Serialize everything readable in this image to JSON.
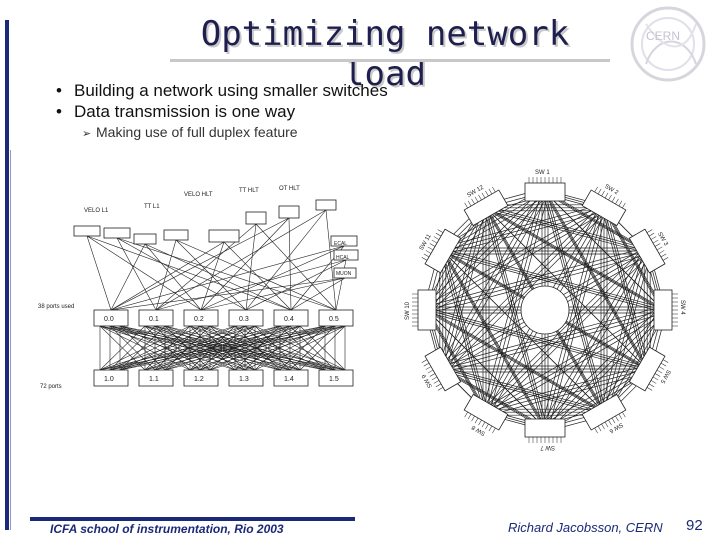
{
  "slide": {
    "title": "Optimizing network load",
    "logo_text": "CERN",
    "bullets": [
      "Building a network using smaller switches",
      "Data transmission is one way"
    ],
    "sub_bullet": "Making use of full duplex feature",
    "footer_left": "ICFA school of instrumentation, Rio 2003",
    "footer_right": "Richard Jacobsson, CERN",
    "page_number": "92",
    "colors": {
      "accent": "#1b2a78",
      "title": "#1f1f4f"
    }
  },
  "diagram_left": {
    "top_labels": [
      "VELO HLT",
      "TT HLT",
      "OT HLT",
      "VELO L1",
      "TT L1"
    ],
    "switch_top": [
      "0.0",
      "0.1",
      "0.2",
      "0.3",
      "0.4",
      "0.5"
    ],
    "switch_bottom": [
      "1.0",
      "1.1",
      "1.2",
      "1.3",
      "1.4",
      "1.5"
    ],
    "side_labels": [
      "38 ports used",
      "72 ports"
    ],
    "boxes": [
      "ECAL",
      "HCAL",
      "MUON"
    ]
  },
  "diagram_right": {
    "labels": [
      "SW 1",
      "SW 2",
      "SW 3",
      "SW 4",
      "SW 5",
      "SW 6",
      "SW 7",
      "SW 8",
      "SW 9",
      "SW 10",
      "SW 11",
      "SW 12"
    ]
  }
}
